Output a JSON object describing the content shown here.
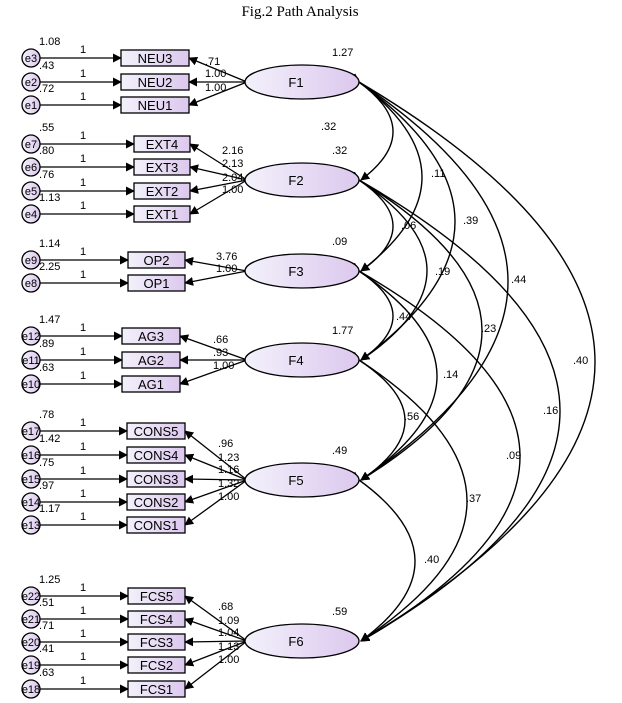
{
  "title": "Fig.2 Path Analysis",
  "colors": {
    "node_fill_start": "#f3f1fb",
    "node_fill_end": "#dcc8ee",
    "stroke": "#000000"
  },
  "factors": [
    {
      "name": "F1",
      "variance": "1.27"
    },
    {
      "name": "F2",
      "variance": ".32"
    },
    {
      "name": "F3",
      "variance": ".09"
    },
    {
      "name": "F4",
      "variance": "1.77"
    },
    {
      "name": "F5",
      "variance": ".49"
    },
    {
      "name": "F6",
      "variance": ".59"
    }
  ],
  "groups": [
    {
      "factor": "F1",
      "items": [
        {
          "name": "NEU3",
          "error": "e3",
          "var": "1.08",
          "fixed": "1",
          "loading": ".71"
        },
        {
          "name": "NEU2",
          "error": "e2",
          "var": ".43",
          "fixed": "1",
          "loading": "1.00"
        },
        {
          "name": "NEU1",
          "error": "e1",
          "var": ".72",
          "fixed": "1",
          "loading": "1.00"
        }
      ]
    },
    {
      "factor": "F2",
      "items": [
        {
          "name": "EXT4",
          "error": "e7",
          "var": ".55",
          "fixed": "1",
          "loading": "2.16"
        },
        {
          "name": "EXT3",
          "error": "e6",
          "var": ".80",
          "fixed": "1",
          "loading": "2.13"
        },
        {
          "name": "EXT2",
          "error": "e5",
          "var": ".76",
          "fixed": "1",
          "loading": "2.04"
        },
        {
          "name": "EXT1",
          "error": "e4",
          "var": "1.13",
          "fixed": "1",
          "loading": "1.00"
        }
      ]
    },
    {
      "factor": "F3",
      "items": [
        {
          "name": "OP2",
          "error": "e9",
          "var": "1.14",
          "fixed": "1",
          "loading": "3.76"
        },
        {
          "name": "OP1",
          "error": "e8",
          "var": "2.25",
          "fixed": "1",
          "loading": "1.00"
        }
      ]
    },
    {
      "factor": "F4",
      "items": [
        {
          "name": "AG3",
          "error": "e12",
          "var": "1.47",
          "fixed": "1",
          "loading": ".66"
        },
        {
          "name": "AG2",
          "error": "e11",
          "var": ".89",
          "fixed": "1",
          "loading": ".93"
        },
        {
          "name": "AG1",
          "error": "e10",
          "var": ".63",
          "fixed": "1",
          "loading": "1.00"
        }
      ]
    },
    {
      "factor": "F5",
      "items": [
        {
          "name": "CONS5",
          "error": "e17",
          "var": ".78",
          "fixed": "1",
          "loading": ".96"
        },
        {
          "name": "CONS4",
          "error": "e16",
          "var": "1.42",
          "fixed": "1",
          "loading": "1.23"
        },
        {
          "name": "CONS3",
          "error": "e15",
          "var": ".75",
          "fixed": "1",
          "loading": "1.16"
        },
        {
          "name": "CONS2",
          "error": "e14",
          "var": ".97",
          "fixed": "1",
          "loading": "1.32"
        },
        {
          "name": "CONS1",
          "error": "e13",
          "var": "1.17",
          "fixed": "1",
          "loading": "1.00"
        }
      ]
    },
    {
      "factor": "F6",
      "items": [
        {
          "name": "FCS5",
          "error": "e22",
          "var": "1.25",
          "fixed": "1",
          "loading": ".68"
        },
        {
          "name": "FCS4",
          "error": "e21",
          "var": ".51",
          "fixed": "1",
          "loading": "1.09"
        },
        {
          "name": "FCS3",
          "error": "e20",
          "var": ".71",
          "fixed": "1",
          "loading": "1.04"
        },
        {
          "name": "FCS2",
          "error": "e19",
          "var": ".41",
          "fixed": "1",
          "loading": "1.13"
        },
        {
          "name": "FCS1",
          "error": "e18",
          "var": ".63",
          "fixed": "1",
          "loading": "1.00"
        }
      ]
    }
  ],
  "paths": [
    {
      "from": "F1",
      "to": "F2",
      "value": ".32"
    },
    {
      "from": "F1",
      "to": "F3",
      "value": ".11"
    },
    {
      "from": "F1",
      "to": "F4",
      "value": ".39"
    },
    {
      "from": "F1",
      "to": "F5",
      "value": ".44"
    },
    {
      "from": "F1",
      "to": "F6",
      "value": ".40"
    },
    {
      "from": "F2",
      "to": "F3",
      "value": ".06"
    },
    {
      "from": "F2",
      "to": "F4",
      "value": ".19"
    },
    {
      "from": "F2",
      "to": "F5",
      "value": ".23"
    },
    {
      "from": "F2",
      "to": "F6",
      "value": ".16"
    },
    {
      "from": "F3",
      "to": "F4",
      "value": ".44"
    },
    {
      "from": "F3",
      "to": "F5",
      "value": ".14"
    },
    {
      "from": "F3",
      "to": "F6",
      "value": ".09"
    },
    {
      "from": "F4",
      "to": "F5",
      "value": ".56"
    },
    {
      "from": "F4",
      "to": "F6",
      "value": ".37"
    },
    {
      "from": "F5",
      "to": "F6",
      "value": ".40"
    }
  ]
}
